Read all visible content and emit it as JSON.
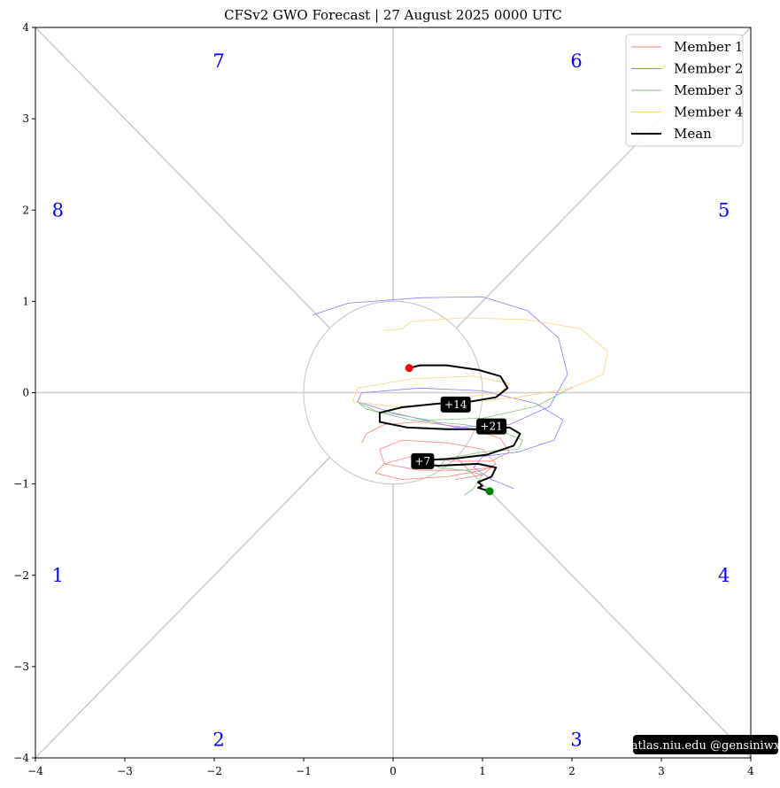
{
  "chart_data": {
    "type": "line",
    "title": "CFSv2 GWO Forecast   |   27  August  2025 0000 UTC",
    "xlim": [
      -4,
      4
    ],
    "ylim": [
      -4,
      4
    ],
    "xticks": [
      -4,
      -3,
      -2,
      -1,
      0,
      1,
      2,
      3,
      4
    ],
    "yticks": [
      -4,
      -3,
      -2,
      -1,
      0,
      1,
      2,
      3,
      4
    ],
    "tick_labels": [
      "−4",
      "−3",
      "−2",
      "−1",
      "0",
      "1",
      "2",
      "3",
      "4"
    ],
    "unit_circle_radius": 1,
    "phases": [
      {
        "label": "1",
        "x": -3.75,
        "y": -2.0
      },
      {
        "label": "2",
        "x": -1.95,
        "y": -3.8
      },
      {
        "label": "3",
        "x": 2.05,
        "y": -3.8
      },
      {
        "label": "4",
        "x": 3.7,
        "y": -2.0
      },
      {
        "label": "5",
        "x": 3.7,
        "y": 2.0
      },
      {
        "label": "6",
        "x": 2.05,
        "y": 3.63
      },
      {
        "label": "7",
        "x": -1.95,
        "y": 3.63
      },
      {
        "label": "8",
        "x": -3.75,
        "y": 2.0
      }
    ],
    "series": [
      {
        "name": "Member 1",
        "color": "#ff8080",
        "x": [
          -0.35,
          -0.3,
          -0.1,
          0.3,
          0.8,
          1.2,
          1.3,
          1.1,
          0.7,
          0.2,
          -0.1,
          -0.2,
          0.1,
          0.6,
          1.0,
          1.15,
          1.0,
          0.6,
          0.1,
          -0.15,
          -0.1,
          0.3,
          0.8,
          1.1,
          1.0,
          0.7
        ],
        "y": [
          -0.55,
          -0.45,
          -0.35,
          -0.32,
          -0.38,
          -0.5,
          -0.65,
          -0.75,
          -0.75,
          -0.7,
          -0.78,
          -0.88,
          -0.95,
          -0.92,
          -0.85,
          -0.78,
          -0.62,
          -0.55,
          -0.52,
          -0.62,
          -0.78,
          -0.85,
          -0.85,
          -0.82,
          -0.9,
          -0.95
        ]
      },
      {
        "name": "Member 2",
        "color": "#8080ff",
        "x": [
          -0.9,
          -0.5,
          0.3,
          1.0,
          1.5,
          1.85,
          1.95,
          1.75,
          1.3,
          0.7,
          0.0,
          -0.4,
          -0.35,
          0.3,
          1.0,
          1.6,
          1.9,
          1.8,
          1.4,
          1.0,
          0.9,
          1.1,
          1.35
        ],
        "y": [
          0.85,
          0.98,
          1.04,
          1.05,
          0.9,
          0.6,
          0.2,
          -0.15,
          -0.35,
          -0.38,
          -0.22,
          -0.1,
          0.0,
          0.05,
          0.02,
          -0.12,
          -0.3,
          -0.52,
          -0.65,
          -0.7,
          -0.82,
          -0.95,
          -1.05
        ]
      },
      {
        "name": "Member 3",
        "color": "#80c080",
        "x": [
          2.0,
          1.6,
          1.0,
          0.4,
          -0.2,
          -0.4,
          -0.3,
          0.2,
          0.8,
          1.2,
          1.45,
          1.4,
          1.0,
          0.6,
          0.5,
          0.8,
          1.0,
          0.9,
          0.8
        ],
        "y": [
          0.06,
          -0.15,
          -0.28,
          -0.3,
          -0.2,
          -0.1,
          -0.18,
          -0.3,
          -0.35,
          -0.42,
          -0.52,
          -0.62,
          -0.65,
          -0.72,
          -0.82,
          -0.85,
          -0.9,
          -1.05,
          -1.12
        ]
      },
      {
        "name": "Member 4",
        "color": "#ffd080",
        "x": [
          -0.1,
          0.1,
          0.2,
          0.8,
          1.5,
          2.1,
          2.4,
          2.35,
          2.0,
          1.4,
          0.7,
          0.0,
          -0.45,
          -0.4,
          0.2,
          0.9,
          1.3,
          1.2,
          0.8
        ],
        "y": [
          0.68,
          0.7,
          0.78,
          0.82,
          0.8,
          0.7,
          0.45,
          0.2,
          0.05,
          -0.05,
          -0.12,
          -0.15,
          -0.1,
          0.05,
          0.15,
          0.18,
          0.1,
          0.0,
          -0.05
        ]
      },
      {
        "name": "Mean",
        "color": "#000000",
        "x": [
          0.18,
          0.3,
          0.6,
          0.95,
          1.2,
          1.28,
          1.15,
          0.85,
          0.5,
          0.1,
          -0.15,
          -0.15,
          0.15,
          0.6,
          1.0,
          1.3,
          1.42,
          1.35,
          1.05,
          0.7,
          0.35,
          0.22,
          0.5,
          0.95,
          1.15,
          1.1,
          0.95,
          1.0,
          0.95,
          1.08
        ],
        "y": [
          0.27,
          0.3,
          0.3,
          0.25,
          0.18,
          0.05,
          -0.05,
          -0.1,
          -0.12,
          -0.16,
          -0.22,
          -0.32,
          -0.38,
          -0.4,
          -0.4,
          -0.38,
          -0.45,
          -0.58,
          -0.68,
          -0.72,
          -0.74,
          -0.77,
          -0.8,
          -0.78,
          -0.82,
          -0.92,
          -0.98,
          -1.02,
          -1.04,
          -1.08
        ]
      }
    ],
    "start_point": {
      "x": 0.18,
      "y": 0.27,
      "color": "#ff0000"
    },
    "end_point": {
      "x": 1.08,
      "y": -1.08,
      "color": "#008000"
    },
    "day_labels": [
      {
        "label": "+7",
        "x": 0.33,
        "y": -0.75
      },
      {
        "label": "+14",
        "x": 0.7,
        "y": -0.13
      },
      {
        "label": "+21",
        "x": 1.1,
        "y": -0.37
      }
    ],
    "legend_position": "top-right",
    "grid": false
  },
  "credit": "atlas.niu.edu  @gensiniwx"
}
